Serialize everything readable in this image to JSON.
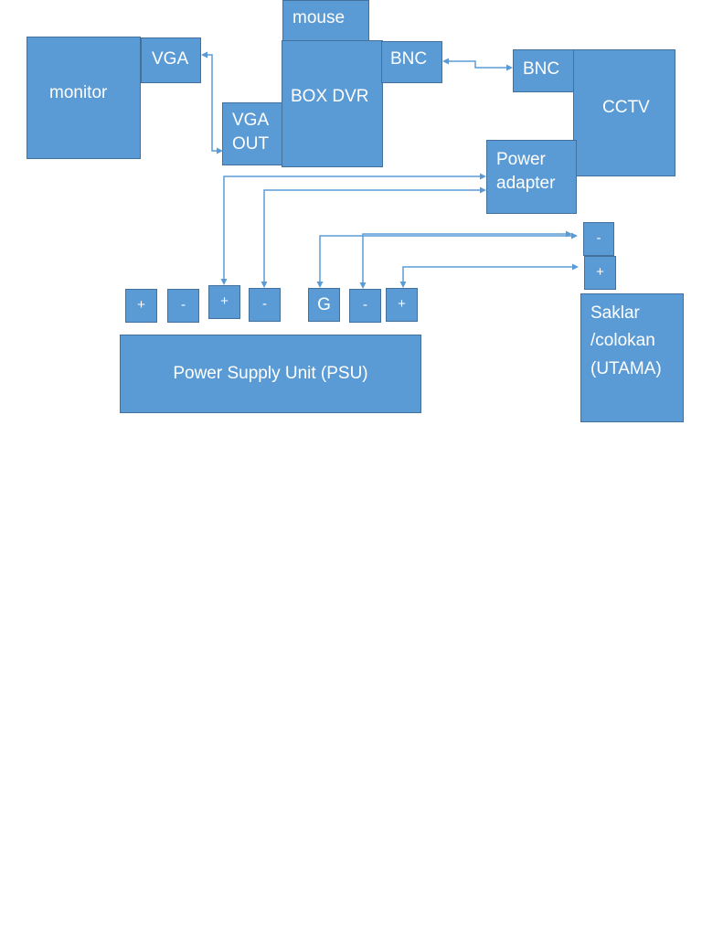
{
  "blocks": {
    "monitor": "monitor",
    "vga": "VGA",
    "mouse": "mouse",
    "box_dvr": "BOX DVR",
    "vga_out": "VGA\nOUT",
    "bnc_dvr": "BNC",
    "bnc_cctv": "BNC",
    "cctv": "CCTV",
    "power_adapter": "Power\nadapter",
    "psu": "Power Supply Unit (PSU)",
    "saklar": "Saklar\n/colokan\n(UTAMA)"
  },
  "terminals": {
    "psu_plus_1": "+",
    "psu_minus_1": "-",
    "psu_plus_2": "+",
    "psu_minus_2": "-",
    "psu_ground": "G",
    "psu_minus_3": "-",
    "psu_plus_3": "+",
    "saklar_minus": "-",
    "saklar_plus": "+"
  },
  "colors": {
    "block_fill": "#5b9bd5",
    "block_border": "#41719c",
    "connector": "#5b9bd5",
    "text": "#ffffff"
  }
}
